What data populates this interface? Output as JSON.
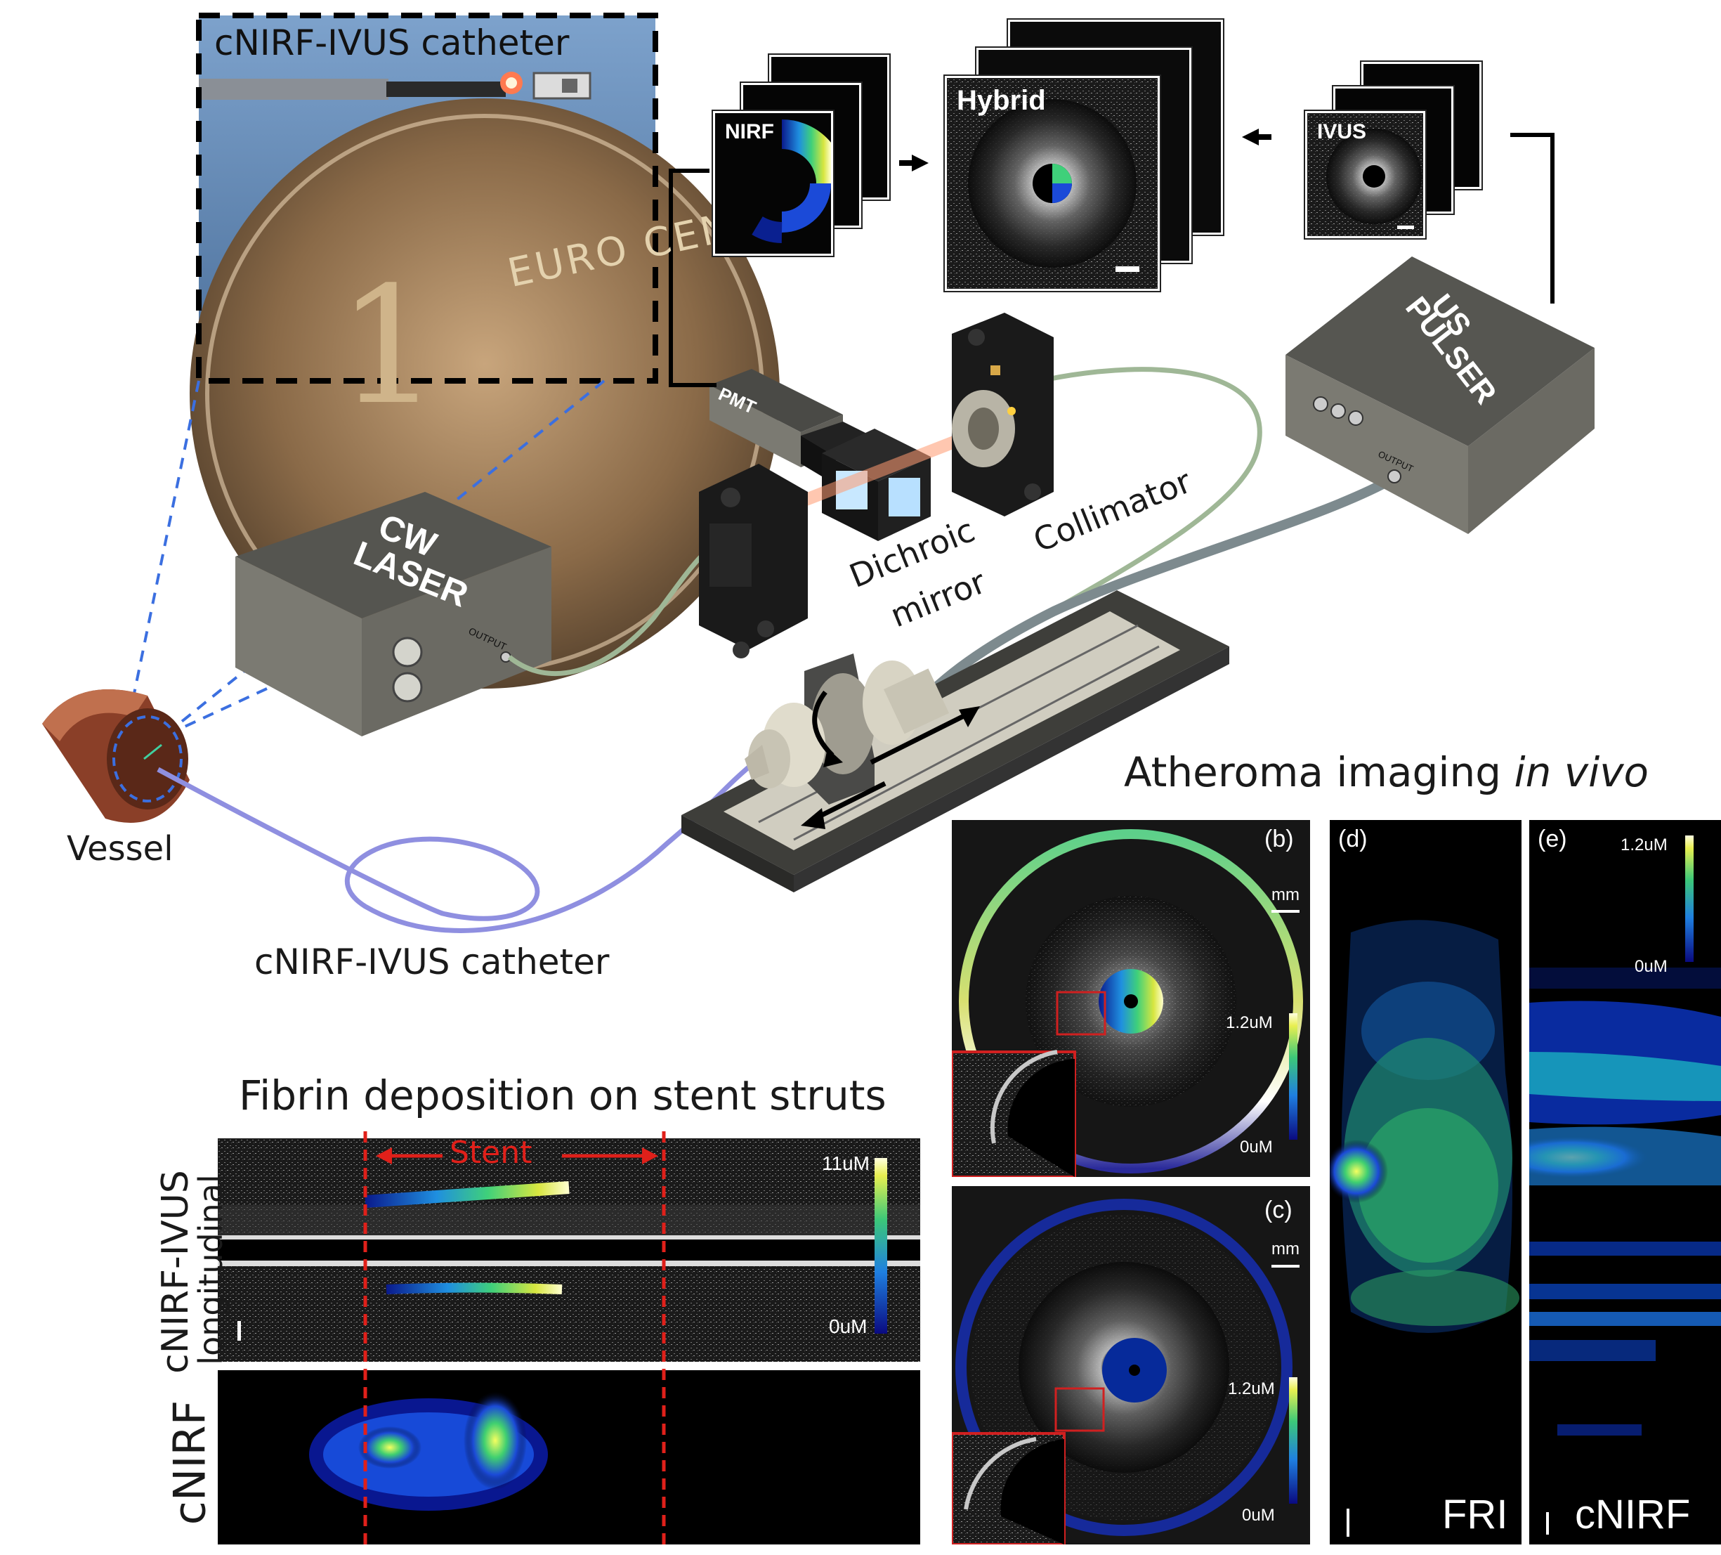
{
  "photo": {
    "title": "cNIRF-IVUS catheter",
    "coin_text": "EURO CENT",
    "coin_digit": "1"
  },
  "stacks": {
    "nirf": "NIRF",
    "hybrid": "Hybrid",
    "ivus": "IVUS"
  },
  "devices": {
    "pmt": "PMT",
    "laser_line1": "CW",
    "laser_line2": "LASER",
    "laser_port": "OUTPUT",
    "pulser_line1": "US",
    "pulser_line2": "PULSER",
    "pulser_port": "OUTPUT"
  },
  "optics": {
    "dichroic_line1": "Dichroic",
    "dichroic_line2": "mirror",
    "collimator": "Collimator"
  },
  "labels": {
    "vessel": "Vessel",
    "catheter": "cNIRF-IVUS catheter"
  },
  "atheroma": {
    "title_main": "Atheroma imaging ",
    "title_italic": "in vivo",
    "panel_b": {
      "letter": "(b)",
      "unit": "mm",
      "cmax": "1.2uM",
      "cmin": "0uM"
    },
    "panel_c": {
      "letter": "(c)",
      "unit": "mm",
      "cmax": "1.2uM",
      "cmin": "0uM"
    },
    "panel_d": {
      "letter": "(d)",
      "name": "FRI"
    },
    "panel_e": {
      "letter": "(e)",
      "name": "cNIRF",
      "cmax": "1.2uM",
      "cmin": "0uM"
    }
  },
  "fibrin": {
    "title": "Fibrin deposition on stent struts",
    "stent": "Stent",
    "cmax": "11uM",
    "cmin": "0uM",
    "ylabel_line1": "cNIRF-IVUS",
    "ylabel_line2": "longitudinal",
    "ylabel_bottom": "cNIRF"
  },
  "colors": {
    "dash_blue": "#3b6fe0",
    "stent_red": "#e0201a",
    "device_gray": "#6b6a63",
    "fiber_green": "#9fb796",
    "fiber_purple": "#8f8fe0"
  }
}
